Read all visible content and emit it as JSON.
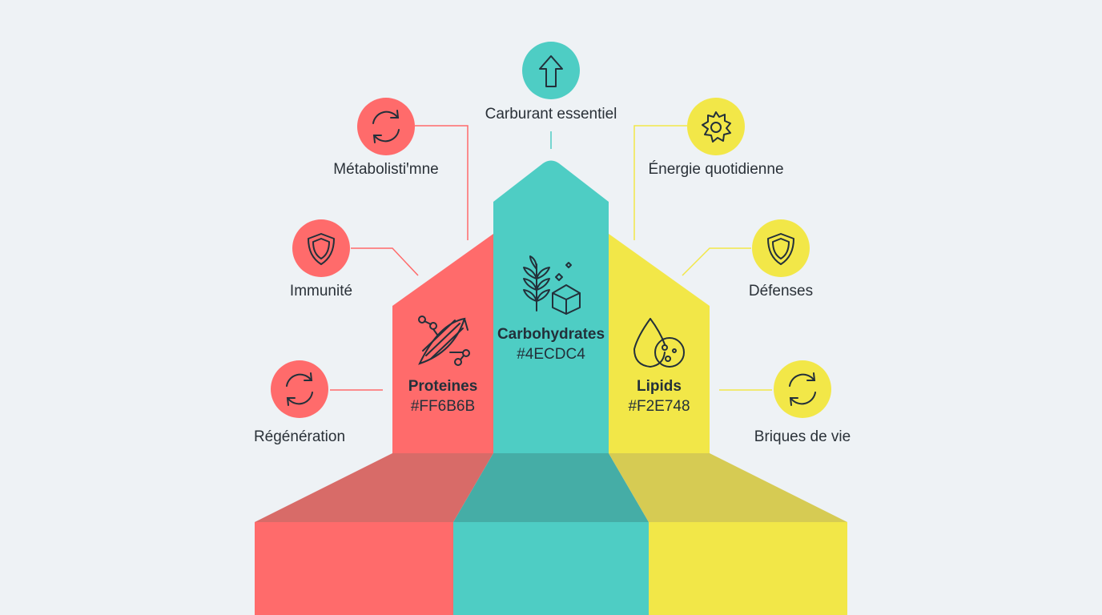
{
  "colors": {
    "coral": "#FF6B6B",
    "teal": "#4ECDC4",
    "yellow": "#F2E748",
    "background": "#EEF2F5",
    "ink": "#23303A"
  },
  "pillars": {
    "proteins": {
      "name": "Proteines",
      "hex": "#FF6B6B",
      "icon": "muscle-molecule-icon"
    },
    "carbs": {
      "name": "Carbohydrates",
      "hex": "#4ECDC4",
      "icon": "wheat-sugar-cube-icon"
    },
    "lipids": {
      "name": "Lipids",
      "hex": "#F2E748",
      "icon": "oil-drop-icon"
    }
  },
  "top": {
    "label": "Carburant essentiel",
    "icon": "arrow-up-icon"
  },
  "left": [
    {
      "label": "Métabolistiꞌmne",
      "icon": "refresh-icon"
    },
    {
      "label": "Immunité",
      "icon": "shield-icon"
    },
    {
      "label": "Régénération",
      "icon": "refresh-icon"
    }
  ],
  "right": [
    {
      "label": "Énergie quotidienne",
      "icon": "gear-icon"
    },
    {
      "label": "Défenses",
      "icon": "shield-icon"
    },
    {
      "label": "Briques de vie",
      "icon": "refresh-icon"
    }
  ]
}
